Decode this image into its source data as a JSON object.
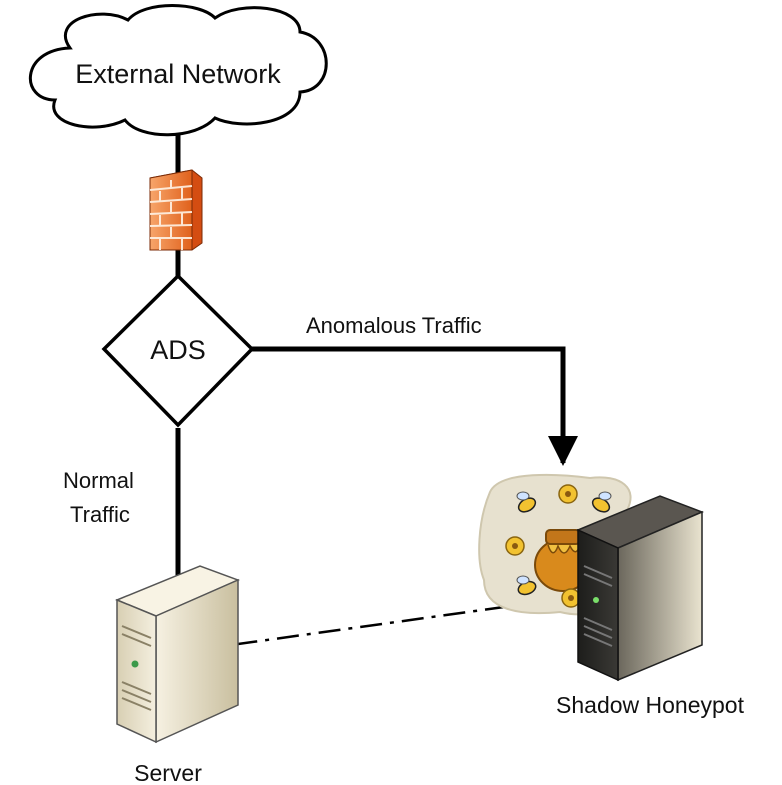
{
  "nodes": {
    "cloud": "External Network",
    "ads": "ADS",
    "server": "Server",
    "honeypot": "Shadow Honeypot"
  },
  "edges": {
    "anomalous": "Anomalous Traffic",
    "normal_line1": "Normal",
    "normal_line2": "Traffic"
  },
  "icons": {
    "firewall": "firewall-icon",
    "server": "server-tower-icon",
    "honeypot_server": "server-tower-icon",
    "honeypot_art": "honey-pot-with-bees-icon"
  },
  "colors": {
    "firewall": "#f07a2e",
    "server_body": "#efe7cf",
    "honeypot_server_body": "#2a2a28"
  }
}
